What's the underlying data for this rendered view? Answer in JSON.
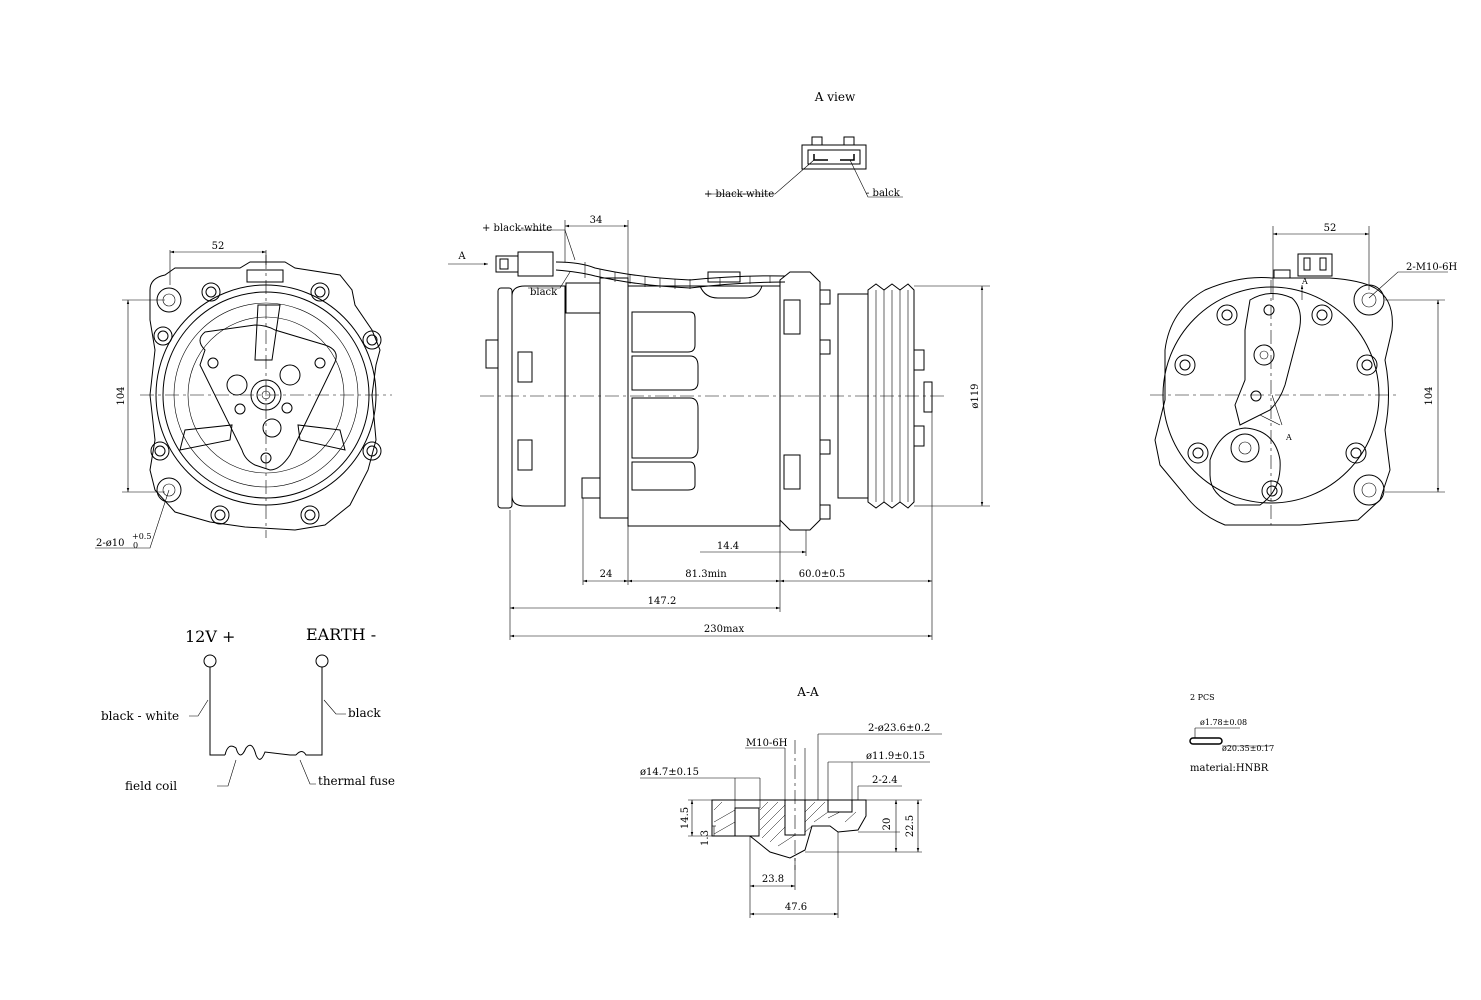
{
  "labels": {
    "a_view_title": "A view",
    "a_view_pos": "+ black-white",
    "a_view_neg": "- balck",
    "side_pos_wire": "+ black-white",
    "side_black_wire": "black",
    "side_arrow_a": "A",
    "rear_arrow_a_top": "A",
    "rear_arrow_a_mid": "A",
    "rear_thread": "2-M10-6H",
    "front_holes": "2-ø10",
    "front_holes_tol_upper": "+0.5",
    "front_holes_tol_lower": "0",
    "section_title": "A-A",
    "section_m10": "M10-6H",
    "section_d236": "2-ø23.6±0.2",
    "section_d119": "ø11.9±0.15",
    "section_d147": "ø14.7±0.15",
    "section_22": "2-2.4",
    "oring_qty": "2 PCS",
    "oring_d178": "ø1.78±0.08",
    "oring_d2035": "ø20.35±0.17",
    "oring_material": "material:HNBR"
  },
  "dimensions": {
    "front_width": "52",
    "front_height": "104",
    "side_top": "34",
    "side_dia": "ø119",
    "side_144": "14.4",
    "side_24": "24",
    "side_813": "81.3min",
    "side_600": "60.0±0.5",
    "side_1472": "147.2",
    "side_230": "230max",
    "rear_width": "52",
    "rear_height": "104",
    "sec_145": "14.5",
    "sec_13": "1.3",
    "sec_20": "20",
    "sec_225": "22.5",
    "sec_238": "23.8",
    "sec_476": "47.6"
  },
  "circuit": {
    "pos_terminal": "12V +",
    "neg_terminal": "EARTH -",
    "wire_pos": "black - white",
    "wire_neg": "black",
    "coil": "field coil",
    "fuse": "thermal fuse"
  }
}
